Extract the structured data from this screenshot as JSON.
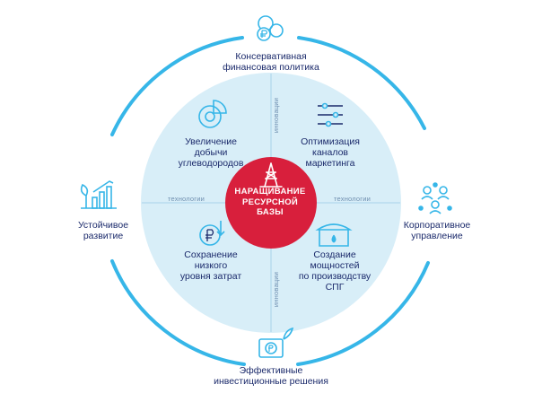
{
  "center": {
    "label": "НАРАЩИВАНИЕ\nРЕСУРСНОЙ\nБАЗЫ",
    "icon": "oil-derrick-icon"
  },
  "outer": [
    {
      "id": "top",
      "label": "Консервативная\nфинансовая политика",
      "icon": "ruble-coins-icon"
    },
    {
      "id": "right",
      "label": "Корпоративное\nуправление",
      "icon": "people-network-icon"
    },
    {
      "id": "bottom",
      "label": "Эффективные\nинвестиционные решения",
      "icon": "ruble-sprout-icon"
    },
    {
      "id": "left",
      "label": "Устойчивое\nразвитие",
      "icon": "growth-bars-icon"
    }
  ],
  "inner": [
    {
      "id": "tl",
      "label": "Увеличение\nдобычи\nуглеводородов",
      "icon": "pie-chart-icon"
    },
    {
      "id": "tr",
      "label": "Оптимизация\nканалов\nмаркетинга",
      "icon": "sliders-icon"
    },
    {
      "id": "bl",
      "label": "Сохранение\nнизкого\nуровня затрат",
      "icon": "ruble-down-icon"
    },
    {
      "id": "br",
      "label": "Создание\nмощностей\nпо производству\nСПГ",
      "icon": "lng-tank-icon"
    }
  ],
  "axes": {
    "innovations_top": "инновации",
    "innovations_bottom": "инновации",
    "technologies_left": "технологии",
    "technologies_right": "технологии"
  },
  "colors": {
    "accent_blue": "#36b6e8",
    "inner_fill": "#d8eef8",
    "center_red": "#d81f3c",
    "text_navy": "#1b2a6b"
  }
}
